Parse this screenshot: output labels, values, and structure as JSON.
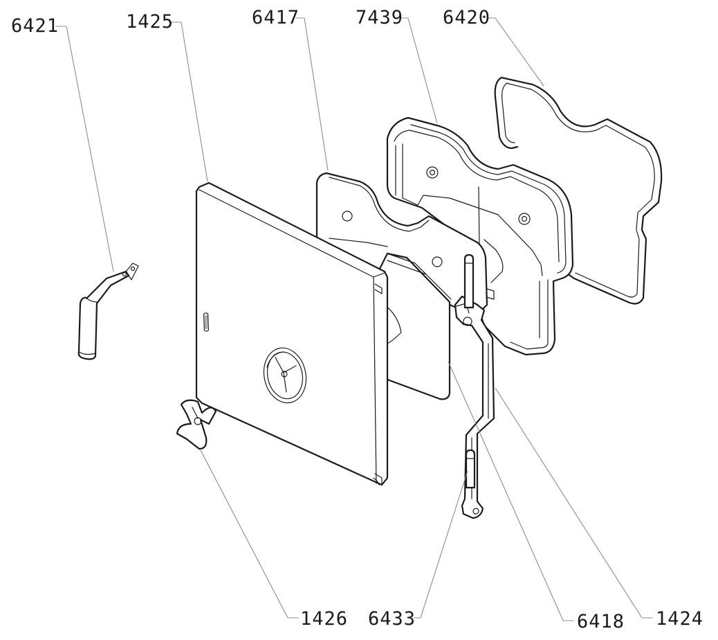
{
  "reference_numerals": {
    "r6421": "6421",
    "r1425": "1425",
    "r6417": "6417",
    "r7439": "7439",
    "r6420": "6420",
    "r1426": "1426",
    "r6433": "6433",
    "r6418": "6418",
    "r1424": "1424"
  },
  "colors": {
    "line": "#1a1a1a",
    "leader": "#8c8c8c",
    "background": "#ffffff"
  }
}
